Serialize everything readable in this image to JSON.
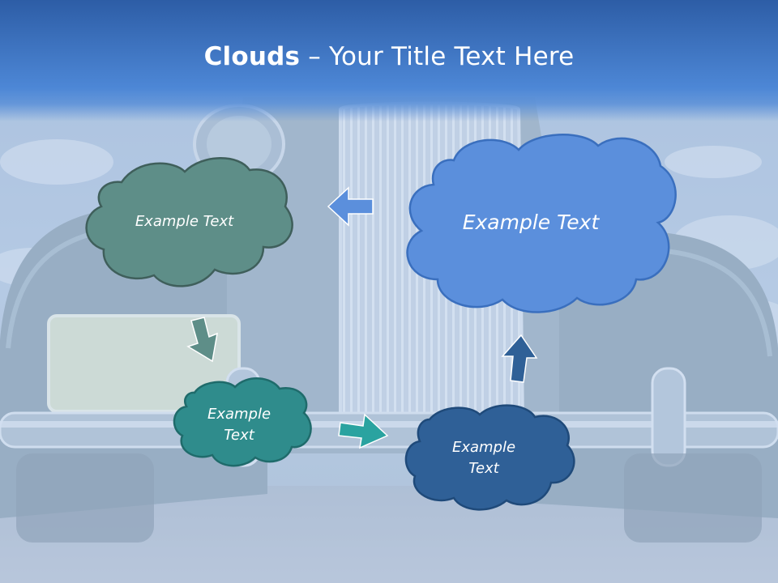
{
  "slide": {
    "title_bold": "Clouds",
    "title_rest": " – Your Title Text Here",
    "clouds": [
      {
        "id": "top-left",
        "label": "Example Text",
        "color": "#5e8e88"
      },
      {
        "id": "top-right",
        "label": "Example Text",
        "color": "#5b8fdc"
      },
      {
        "id": "bottom-left",
        "label": "Example\nText",
        "color": "#2f8c8c"
      },
      {
        "id": "bottom-right",
        "label": "Example\nText",
        "color": "#2f6097"
      }
    ],
    "arrow_colors": {
      "left": "#5b8fdc",
      "down": "#5e8e88",
      "right": "#2aa3a0",
      "up": "#2f6097"
    },
    "colors": {
      "header_top": "#2d5da6",
      "header_bottom": "#4d87d6",
      "overlay": "#b9cde6"
    }
  }
}
